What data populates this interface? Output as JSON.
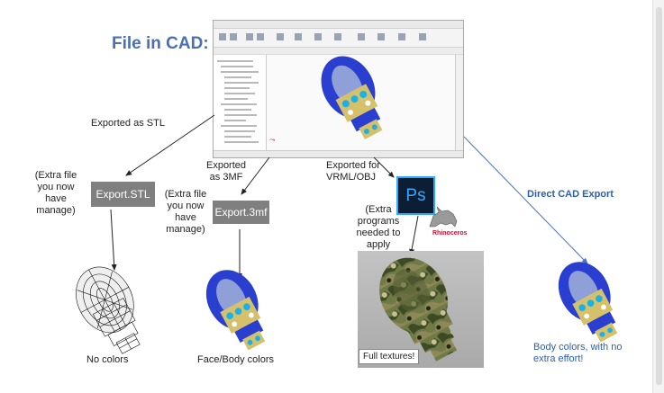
{
  "title": "File in CAD:",
  "cad_window": {
    "icon": "solidworks-window-screenshot"
  },
  "branches": {
    "stl": {
      "exported_label": "Exported as STL",
      "note": "(Extra file you now have manage)",
      "box_label": "Export.STL",
      "result_label": "No colors"
    },
    "threemf": {
      "exported_label": "Exported as 3MF",
      "note": "(Extra file you now have manage)",
      "box_label": "Export.3mf",
      "result_label": "Face/Body colors"
    },
    "vrml": {
      "exported_label": "Exported for VRML/OBJ",
      "note": "(Extra programs needed to apply textures)",
      "ps_label": "Ps",
      "rhino_label_a": "Rhino",
      "rhino_label_b": "ceros",
      "result_label": "Full textures!"
    },
    "direct": {
      "label": "Direct CAD Export",
      "result_label": "Body colors, with no extra effort!"
    }
  },
  "colors": {
    "accent": "#4a6fb7",
    "export_box": "#7f7f7f",
    "arrow_blue": "#4a72c4",
    "part_blue": "#2a3fcf",
    "part_gold": "#d6c16b"
  }
}
